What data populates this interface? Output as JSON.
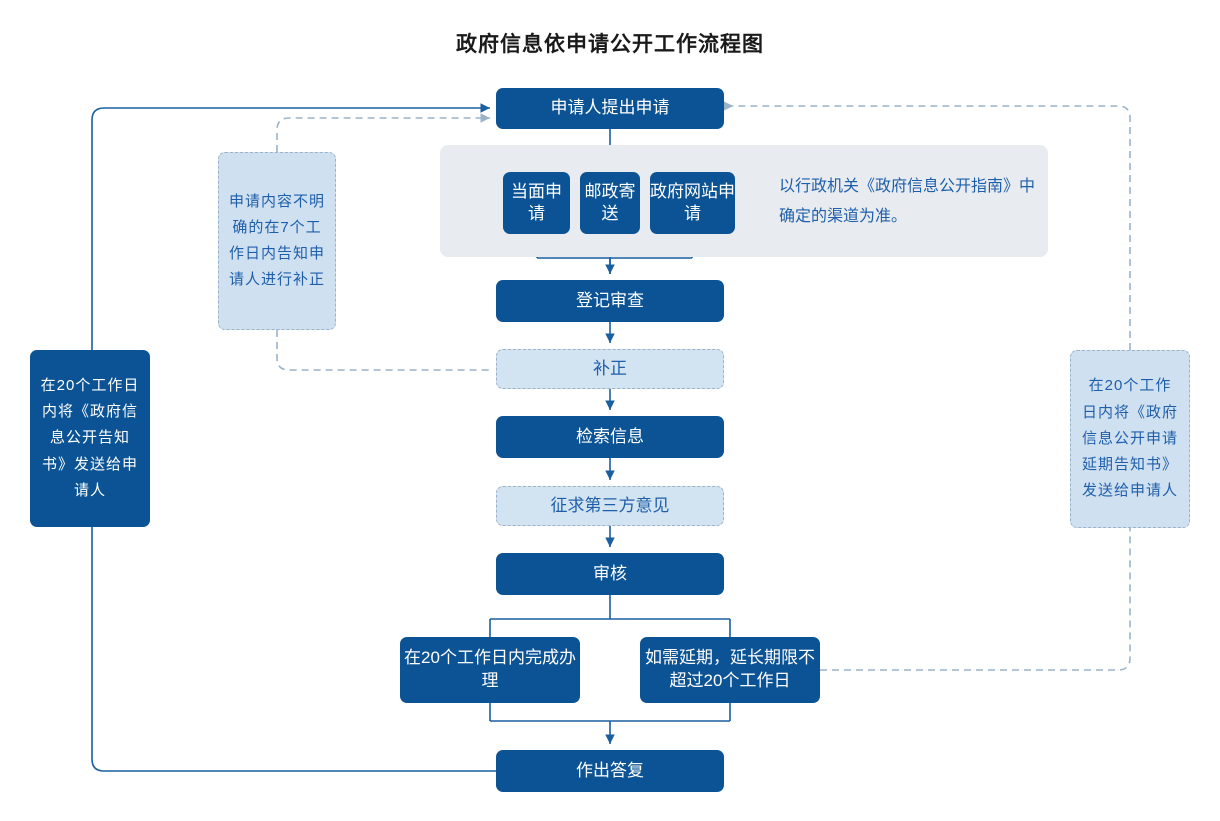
{
  "page": {
    "title": "政府信息依申请公开工作流程图",
    "colors": {
      "dark_blue": "#0b5394",
      "light_blue": "#d2e3f2",
      "note_light_blue": "#cfe0f1",
      "panel_gray": "#e8ecf0",
      "text_blue": "#1f5faa",
      "connector_solid": "#1a5fa0",
      "connector_dashed": "#9bb3c9"
    }
  },
  "flow": {
    "apply": "申请人提出申请",
    "channels": [
      {
        "label": "当面申请"
      },
      {
        "label": "邮政寄送"
      },
      {
        "label": "政府网站申请"
      }
    ],
    "channel_note": "以行政机关《政府信息公开指南》中确定的渠道为准。",
    "register": "登记审查",
    "fix": "补正",
    "search": "检索信息",
    "third_party": "征求第三方意见",
    "review": "审核",
    "branch_complete": "在20个工作日内完成办理",
    "branch_extend": "如需延期，延长期限不超过20个工作日",
    "reply": "作出答复"
  },
  "notes": {
    "left_dashed": "申请内容不明确的在7个工作日内告知申请人进行补正",
    "left_dark": "在20个工作日内将《政府信息公开告知书》发送给申请人",
    "right_dashed": "在20个工作日内将《政府信息公开申请延期告知书》 发送给申请人"
  }
}
